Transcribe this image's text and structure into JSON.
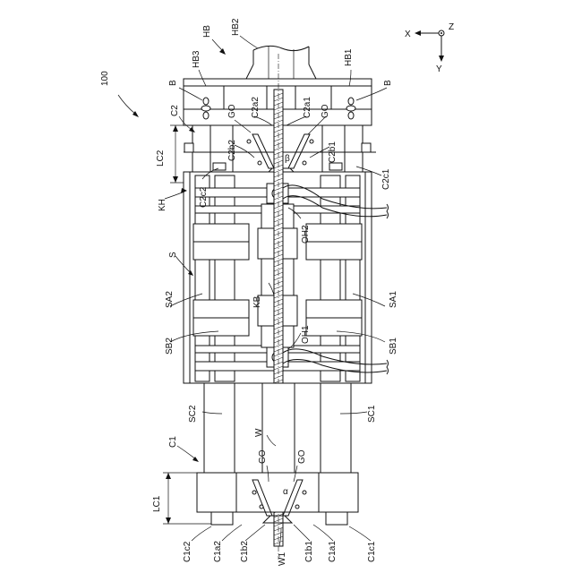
{
  "figure": {
    "ref": "100",
    "axes": {
      "x": "X",
      "y": "Y",
      "z": "Z"
    },
    "labels": {
      "HB": "HB",
      "HB1": "HB1",
      "HB2": "HB2",
      "HB3": "HB3",
      "B": "B",
      "C2": "C2",
      "LC2": "LC2",
      "GO": "GO",
      "C2a1": "C2a1",
      "C2a2": "C2a2",
      "C2b1": "C2b1",
      "C2b2": "C2b2",
      "C2c1": "C2c1",
      "C2c2": "C2c2",
      "beta": "β",
      "KH": "KH",
      "S": "S",
      "SA1": "SA1",
      "SA2": "SA2",
      "SB1": "SB1",
      "SB2": "SB2",
      "KB": "KB",
      "OH1": "OH1",
      "OH2": "OH2",
      "SC1": "SC1",
      "SC2": "SC2",
      "W": "W",
      "W1": "W1",
      "C1": "C1",
      "LC1": "LC1",
      "alpha": "α",
      "C1a1": "C1a1",
      "C1a2": "C1a2",
      "C1b1": "C1b1",
      "C1b2": "C1b2",
      "C1c1": "C1c1",
      "C1c2": "C1c2"
    }
  }
}
